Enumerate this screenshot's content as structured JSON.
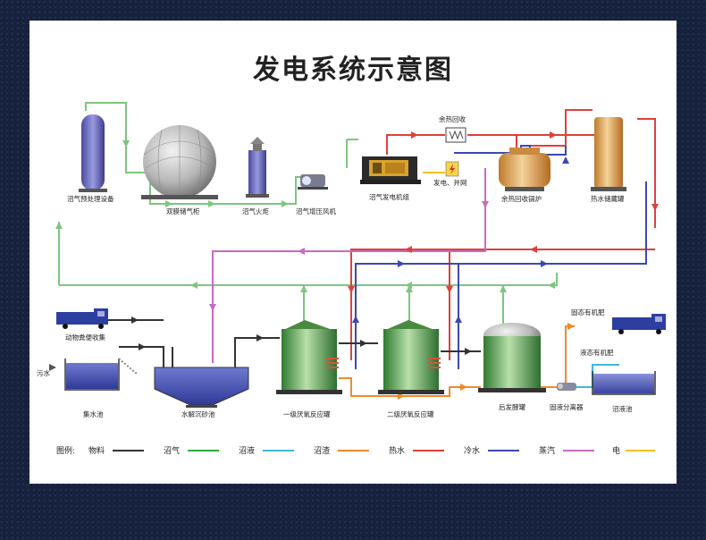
{
  "title": "发电系统示意图",
  "labels": {
    "pretreat": "沼气预处理设备",
    "holder": "双膜储气柜",
    "flare": "沼气火炬",
    "blower": "沼气增压风机",
    "genset": "沼气发电机组",
    "heat_recovery": "余热回收",
    "power_out": "发电、并网",
    "boiler": "余热回收锅炉",
    "hot_tank": "热水储藏罐",
    "manure_truck": "动物粪便收集",
    "wastewater": "污水",
    "collect_pool": "集水池",
    "hydrolysis": "水解沉砂池",
    "reactor1": "一级厌氧反应罐",
    "reactor2": "二级厌氧反应罐",
    "post_tank": "后发酵罐",
    "separator": "固液分离器",
    "solid_fert": "固态有机肥",
    "liquid_fert": "液态有机肥",
    "slurry_pool": "沼液池"
  },
  "legend": {
    "title": "图例:",
    "items": [
      {
        "label": "物料",
        "color": "#333333"
      },
      {
        "label": "沼气",
        "color": "#2eaa3a"
      },
      {
        "label": "沼液",
        "color": "#3fb8d8"
      },
      {
        "label": "沼渣",
        "color": "#f08a2a"
      },
      {
        "label": "热水",
        "color": "#e0403a"
      },
      {
        "label": "冷水",
        "color": "#3a49b0"
      },
      {
        "label": "蒸汽",
        "color": "#c66cc0"
      },
      {
        "label": "电",
        "color": "#f4c020"
      }
    ]
  },
  "colors": {
    "material": "#333333",
    "biogas": "#7cc67e",
    "slurry": "#3fb8d8",
    "residue": "#f08a2a",
    "hot": "#e0403a",
    "cold": "#3a49b0",
    "steam": "#c66cc0",
    "power": "#f4c020"
  }
}
